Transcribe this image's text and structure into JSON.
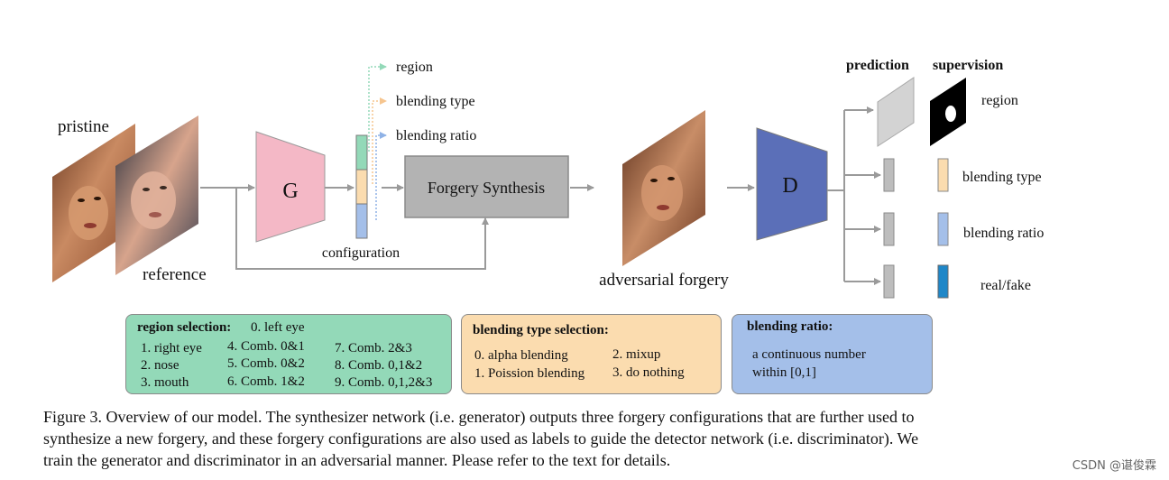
{
  "labels": {
    "pristine": "pristine",
    "reference": "reference",
    "generator": "G",
    "configuration": "configuration",
    "forgery_synthesis": "Forgery Synthesis",
    "adversarial_forgery": "adversarial forgery",
    "discriminator": "D",
    "config_region": "region",
    "config_blending_type": "blending type",
    "config_blending_ratio": "blending ratio",
    "prediction": "prediction",
    "supervision": "supervision",
    "out_region": "region",
    "out_blending_type": "blending type",
    "out_blending_ratio": "blending ratio",
    "out_real_fake": "real/fake"
  },
  "colors": {
    "generator": "#f4b8c6",
    "discriminator": "#5b6fb8",
    "synthesis": "#b3b3b3",
    "region": "#93d9b8",
    "blending_type": "#fbdcaf",
    "blending_ratio": "#a4bfe9",
    "real_fake": "#1f87c8"
  },
  "legend": {
    "region": {
      "title": "region selection:",
      "items": [
        "0. left eye",
        "1. right eye",
        "2. nose",
        "3. mouth",
        "4. Comb. 0&1",
        "5. Comb. 0&2",
        "6. Comb. 1&2",
        "7. Comb. 2&3",
        "8. Comb. 0,1&2",
        "9. Comb. 0,1,2&3"
      ]
    },
    "blending_type": {
      "title": "blending type selection:",
      "items": [
        "0. alpha blending",
        "1. Poission blending",
        "2. mixup",
        "3. do nothing"
      ]
    },
    "blending_ratio": {
      "title": "blending ratio:",
      "text": [
        "a continuous number",
        "within [0,1]"
      ]
    }
  },
  "caption": {
    "lines": [
      "Figure 3. Overview of our model.  The synthesizer network (i.e. generator) outputs three forgery configurations that are further used to",
      "synthesize a new forgery, and these forgery configurations are also used as labels to guide the detector network (i.e. discriminator).  We",
      "train the generator and discriminator in an adversarial manner. Please refer to the text for details."
    ]
  },
  "watermark": "CSDN @谌俊霖"
}
